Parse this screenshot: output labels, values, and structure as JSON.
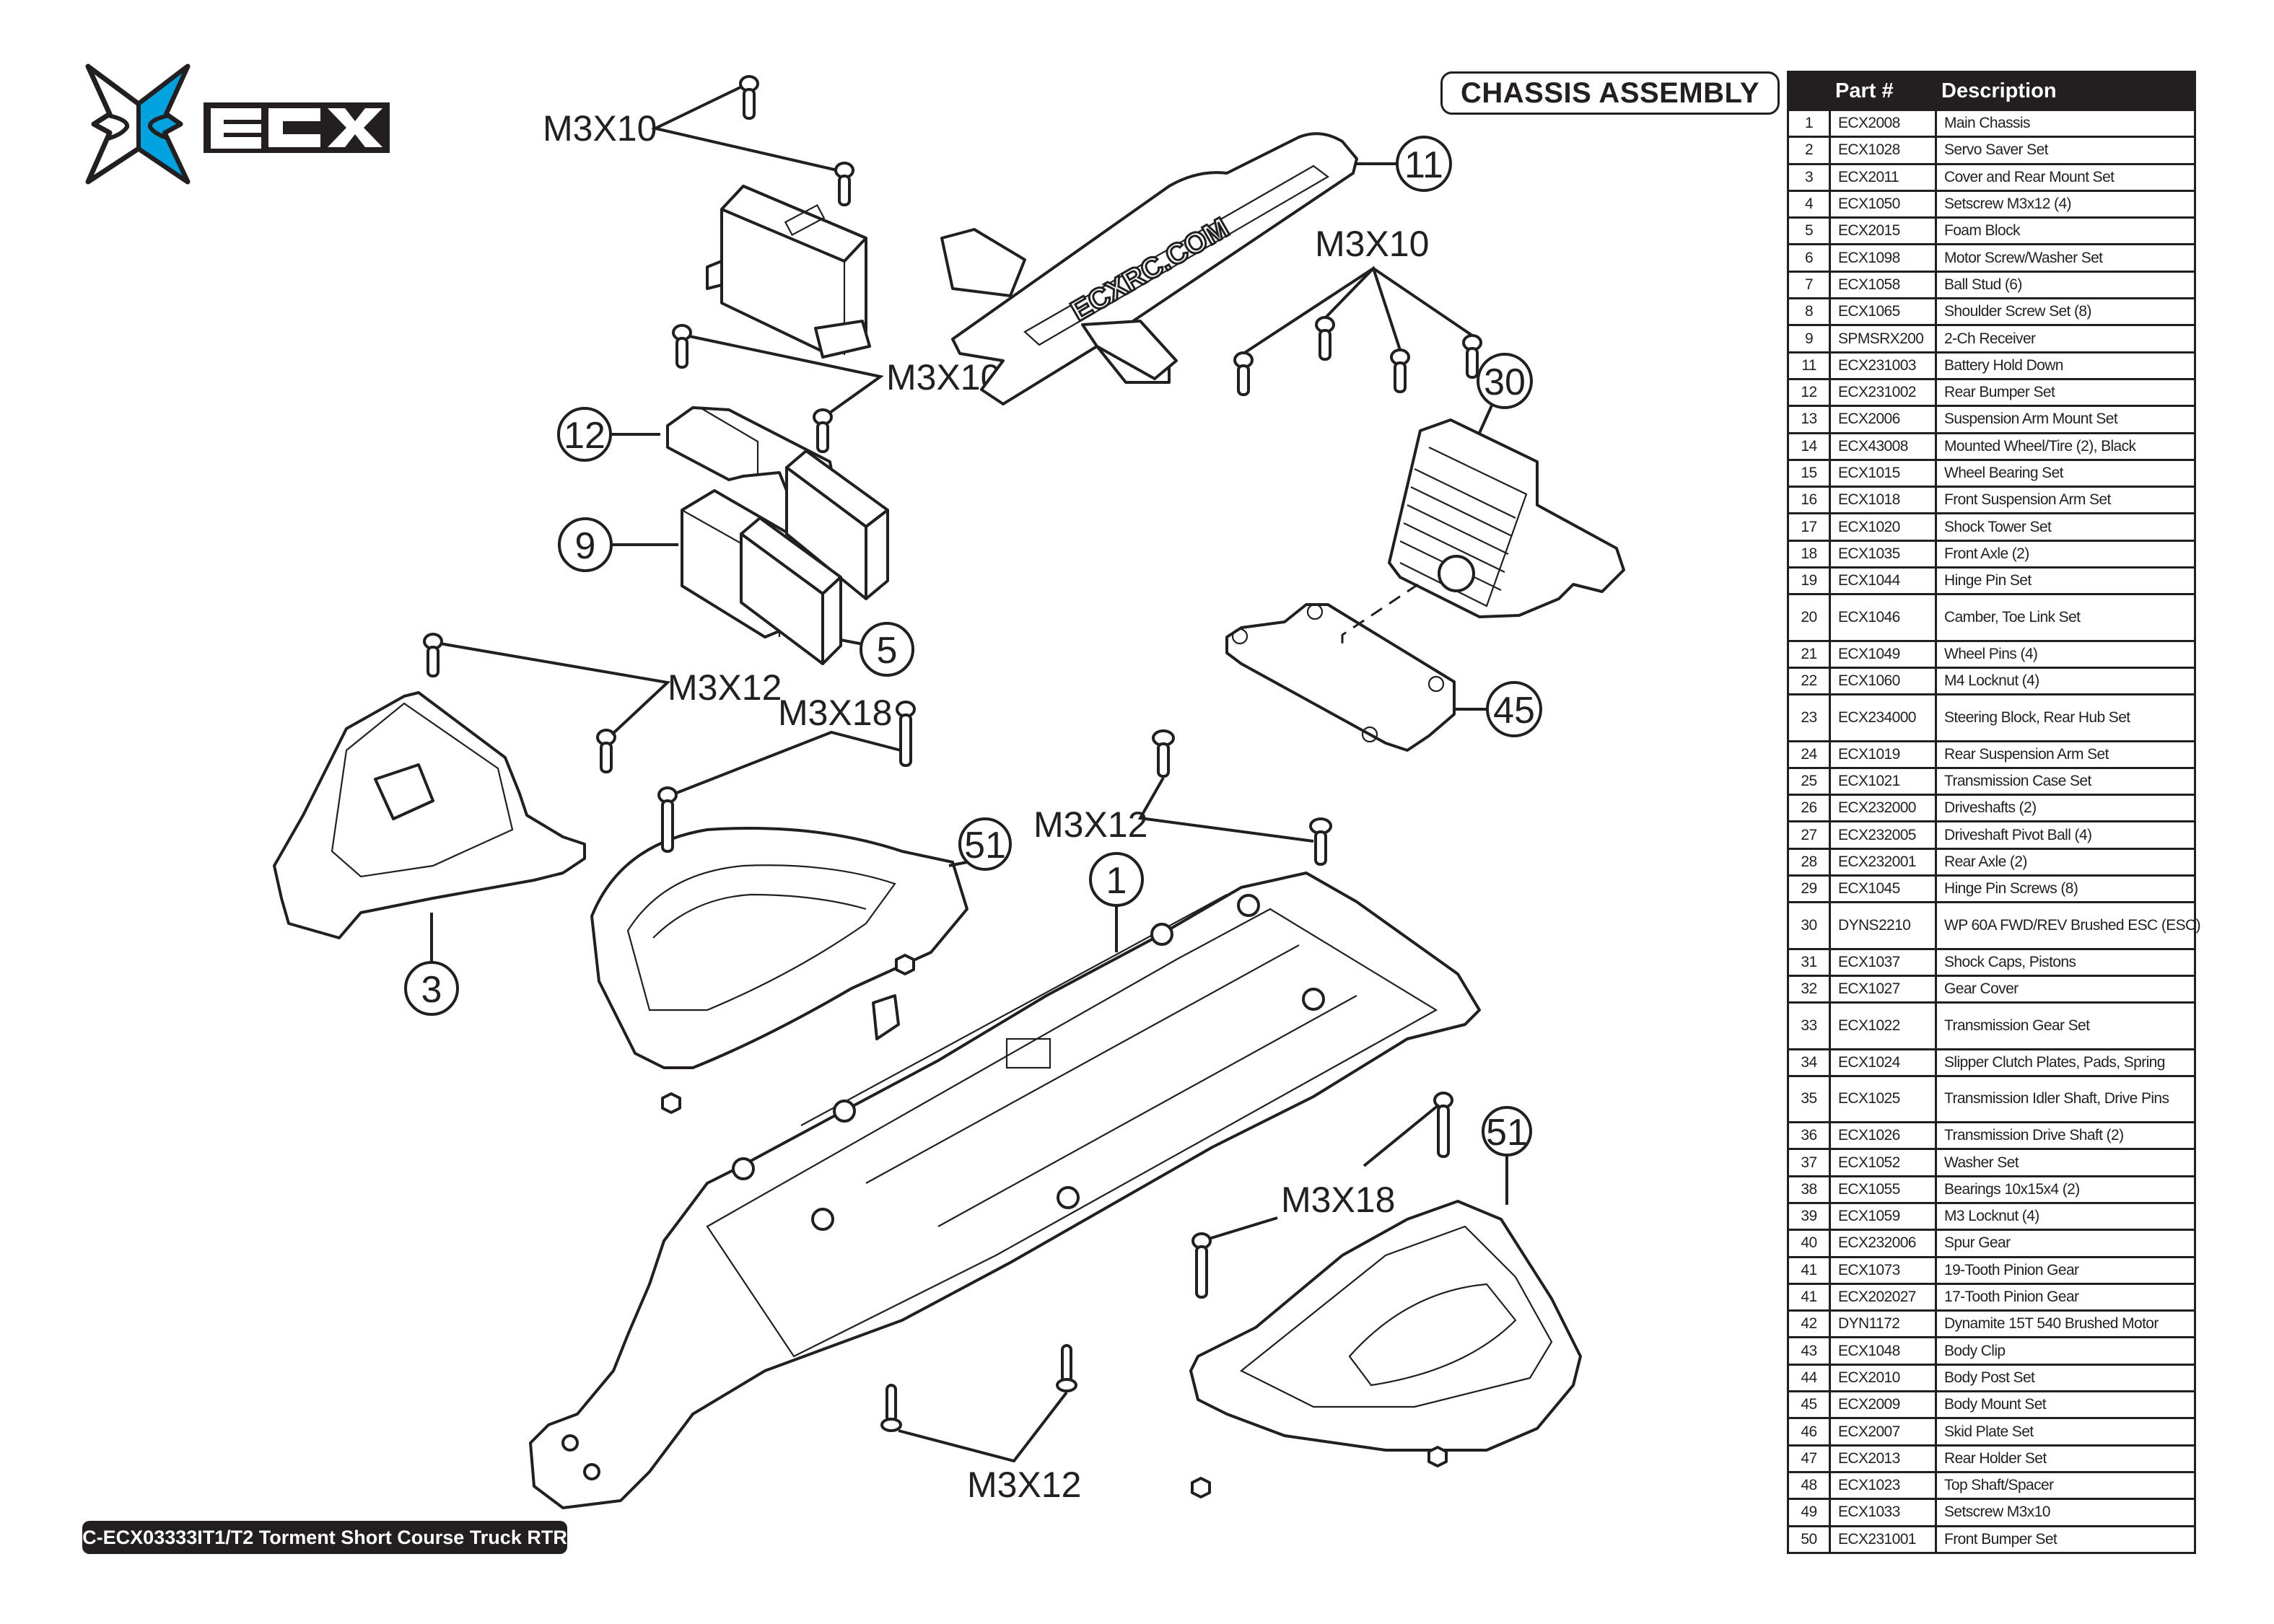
{
  "brand": {
    "logo_text": "ECX",
    "logo_icon": "ecx-star-logo-icon",
    "accent_color": "#00a3e0"
  },
  "page": {
    "title": "CHASSIS ASSEMBLY",
    "footer": "C-ECX03333IT1/T2 Torment Short Course Truck RTR"
  },
  "diagram": {
    "fastener_labels": {
      "servo_top": "M3X10",
      "servo_bottom": "M3X10",
      "battery_hold_down": "M3X10",
      "cover_screws": "M3X12",
      "bumper_front_screws": "M3X18",
      "chassis_mid_screws": "M3X12",
      "bumper_rear_screws": "M3X18",
      "chassis_bottom_screws": "M3X12"
    },
    "callouts": {
      "c11": "11",
      "c12": "12",
      "c9": "9",
      "c5": "5",
      "c30": "30",
      "c45": "45",
      "c3": "3",
      "c51a": "51",
      "c1": "1",
      "c51b": "51"
    },
    "hold_down_text": "ECXRC.COM"
  },
  "parts_table": {
    "headers": {
      "no": "",
      "part": "Part #",
      "description": "Description"
    },
    "rows": [
      {
        "no": "1",
        "part": "ECX2008",
        "desc": "Main Chassis"
      },
      {
        "no": "2",
        "part": "ECX1028",
        "desc": "Servo Saver Set"
      },
      {
        "no": "3",
        "part": "ECX2011",
        "desc": "Cover and Rear Mount Set"
      },
      {
        "no": "4",
        "part": "ECX1050",
        "desc": "Setscrew M3x12 (4)"
      },
      {
        "no": "5",
        "part": "ECX2015",
        "desc": "Foam Block"
      },
      {
        "no": "6",
        "part": "ECX1098",
        "desc": "Motor Screw/Washer Set"
      },
      {
        "no": "7",
        "part": "ECX1058",
        "desc": "Ball Stud (6)"
      },
      {
        "no": "8",
        "part": "ECX1065",
        "desc": "Shoulder Screw Set (8)"
      },
      {
        "no": "9",
        "part": "SPMSRX200",
        "desc": "2-Ch Receiver"
      },
      {
        "no": "11",
        "part": "ECX231003",
        "desc": "Battery Hold Down"
      },
      {
        "no": "12",
        "part": "ECX231002",
        "desc": "Rear Bumper Set"
      },
      {
        "no": "13",
        "part": "ECX2006",
        "desc": "Suspension Arm Mount Set"
      },
      {
        "no": "14",
        "part": "ECX43008",
        "desc": "Mounted Wheel/Tire (2), Black"
      },
      {
        "no": "15",
        "part": "ECX1015",
        "desc": "Wheel Bearing Set"
      },
      {
        "no": "16",
        "part": "ECX1018",
        "desc": "Front Suspension Arm Set"
      },
      {
        "no": "17",
        "part": "ECX1020",
        "desc": "Shock Tower Set"
      },
      {
        "no": "18",
        "part": "ECX1035",
        "desc": "Front Axle (2)"
      },
      {
        "no": "19",
        "part": "ECX1044",
        "desc": "Hinge Pin Set"
      },
      {
        "no": "20",
        "part": "ECX1046",
        "desc": "Camber, Toe Link Set",
        "tall": true
      },
      {
        "no": "21",
        "part": "ECX1049",
        "desc": "Wheel Pins (4)"
      },
      {
        "no": "22",
        "part": "ECX1060",
        "desc": "M4 Locknut (4)"
      },
      {
        "no": "23",
        "part": "ECX234000",
        "desc": "Steering Block, Rear Hub Set",
        "tall": true
      },
      {
        "no": "24",
        "part": "ECX1019",
        "desc": "Rear Suspension Arm Set"
      },
      {
        "no": "25",
        "part": "ECX1021",
        "desc": "Transmission Case Set"
      },
      {
        "no": "26",
        "part": "ECX232000",
        "desc": "Driveshafts (2)"
      },
      {
        "no": "27",
        "part": "ECX232005",
        "desc": "Driveshaft Pivot Ball (4)"
      },
      {
        "no": "28",
        "part": "ECX232001",
        "desc": "Rear Axle (2)"
      },
      {
        "no": "29",
        "part": "ECX1045",
        "desc": "Hinge Pin Screws (8)"
      },
      {
        "no": "30",
        "part": "DYNS2210",
        "desc": "WP 60A FWD/REV Brushed ESC (ESC)",
        "tall": true
      },
      {
        "no": "31",
        "part": "ECX1037",
        "desc": "Shock Caps, Pistons"
      },
      {
        "no": "32",
        "part": "ECX1027",
        "desc": "Gear Cover"
      },
      {
        "no": "33",
        "part": "ECX1022",
        "desc": "Transmission Gear Set",
        "tall": true
      },
      {
        "no": "34",
        "part": "ECX1024",
        "desc": "Slipper Clutch Plates, Pads, Spring"
      },
      {
        "no": "35",
        "part": "ECX1025",
        "desc": "Transmission Idler Shaft, Drive Pins",
        "tall": true
      },
      {
        "no": "36",
        "part": "ECX1026",
        "desc": "Transmission Drive Shaft (2)"
      },
      {
        "no": "37",
        "part": "ECX1052",
        "desc": "Washer Set"
      },
      {
        "no": "38",
        "part": "ECX1055",
        "desc": "Bearings 10x15x4 (2)"
      },
      {
        "no": "39",
        "part": "ECX1059",
        "desc": "M3 Locknut (4)"
      },
      {
        "no": "40",
        "part": "ECX232006",
        "desc": "Spur Gear"
      },
      {
        "no": "41",
        "part": "ECX1073",
        "desc": "19-Tooth Pinion Gear"
      },
      {
        "no": "41",
        "part": "ECX202027",
        "desc": "17-Tooth Pinion Gear"
      },
      {
        "no": "42",
        "part": "DYN1172",
        "desc": "Dynamite 15T 540 Brushed Motor"
      },
      {
        "no": "43",
        "part": "ECX1048",
        "desc": "Body Clip"
      },
      {
        "no": "44",
        "part": "ECX2010",
        "desc": "Body Post Set"
      },
      {
        "no": "45",
        "part": "ECX2009",
        "desc": "Body Mount Set"
      },
      {
        "no": "46",
        "part": "ECX2007",
        "desc": "Skid Plate Set"
      },
      {
        "no": "47",
        "part": "ECX2013",
        "desc": "Rear Holder Set"
      },
      {
        "no": "48",
        "part": "ECX1023",
        "desc": "Top Shaft/Spacer"
      },
      {
        "no": "49",
        "part": "ECX1033",
        "desc": "Setscrew M3x10"
      },
      {
        "no": "50",
        "part": "ECX231001",
        "desc": "Front Bumper Set"
      }
    ]
  }
}
